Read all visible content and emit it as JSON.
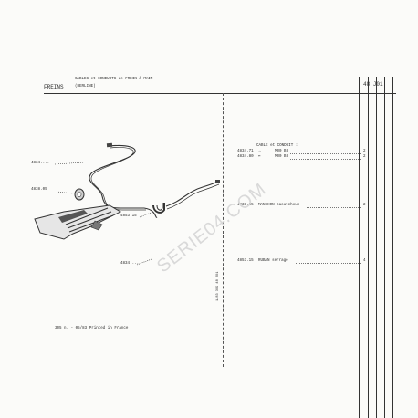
{
  "header": {
    "section": "FREINS",
    "title_line1": "CABLES et CONDUITS de FREIN à MAIN",
    "title_line2": "(BERLINE)",
    "page_ref": "48 J01"
  },
  "parts": {
    "group_heading": "CABLE et CONDUIT :",
    "rows": [
      {
        "ref": "4834.71",
        "arrow": "→",
        "label": "M00 B3",
        "qty": "2"
      },
      {
        "ref": "4834.80",
        "arrow": "↦",
        "label": "M00 B3",
        "qty": "2"
      },
      {
        "ref": "4838.05",
        "label": "MANCHON caoutchouc",
        "qty": "2"
      },
      {
        "ref": "4853.15",
        "label": "RUBAN serrage",
        "qty": "4"
      }
    ]
  },
  "drawing": {
    "callouts": [
      "4834....",
      "4838.05",
      "4853.15",
      "4834...."
    ]
  },
  "sidebar": {
    "vertical_code": "1/83 305 48 J01"
  },
  "watermark": {
    "text": "SERIE04.COM"
  },
  "footer": {
    "text": "305 n. - 05/83 Printed in France"
  }
}
